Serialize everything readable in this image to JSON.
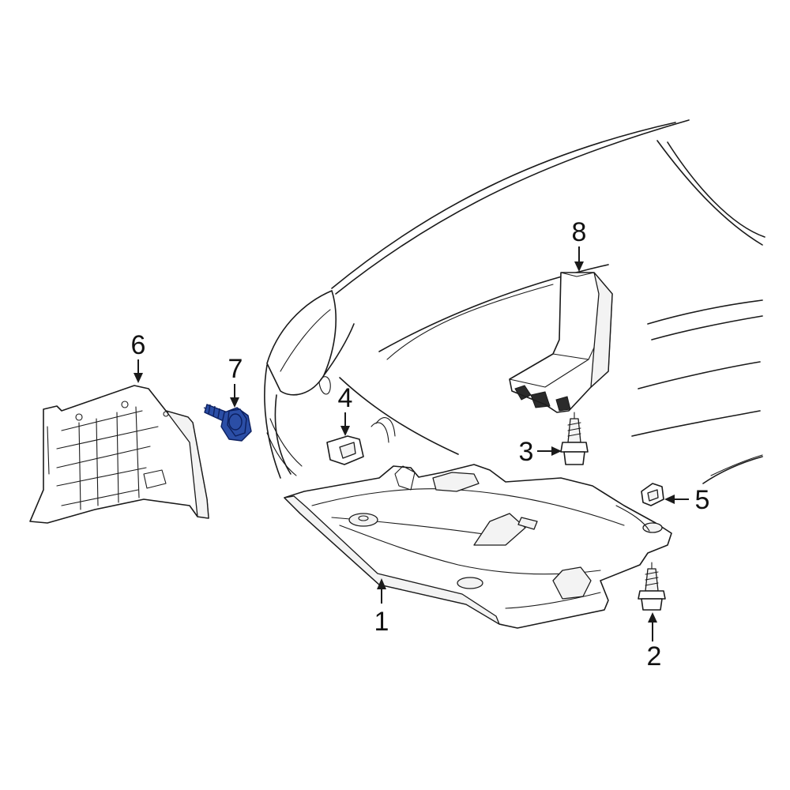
{
  "callouts": {
    "c1": "1",
    "c2": "2",
    "c3": "3",
    "c4": "4",
    "c5": "5",
    "c6": "6",
    "c7": "7",
    "c8": "8"
  },
  "highlight_color": "#2b4ea6",
  "highlighted_part": "7"
}
